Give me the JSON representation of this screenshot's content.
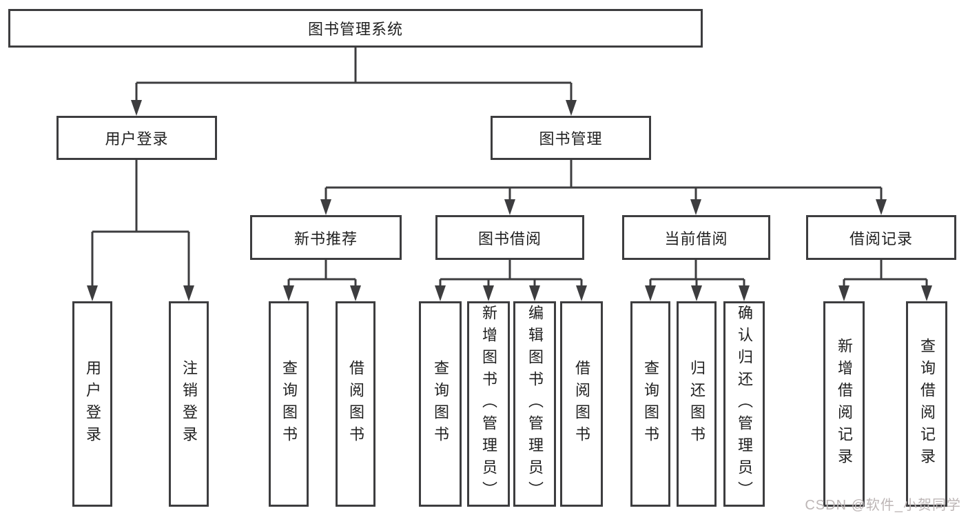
{
  "colors": {
    "background": "#ffffff",
    "line": "#3d3d3f",
    "box_border": "#3d3d3f",
    "text": "#212121",
    "watermark": "#bdb6b6"
  },
  "watermark": {
    "text": "CSDN @软件_小贺同学"
  },
  "tree": {
    "root": "图书管理系统",
    "branches": [
      {
        "label": "用户登录",
        "leaves": [
          "用户登录",
          "注销登录"
        ]
      },
      {
        "label": "图书管理",
        "sub": [
          {
            "label": "新书推荐",
            "leaves": [
              "查询图书",
              "借阅图书"
            ]
          },
          {
            "label": "图书借阅",
            "leaves": [
              "查询图书",
              "新增图书（管理员）",
              "编辑图书（管理员）",
              "借阅图书"
            ]
          },
          {
            "label": "当前借阅",
            "leaves": [
              "查询图书",
              "归还图书",
              "确认归还（管理员）"
            ]
          },
          {
            "label": "借阅记录",
            "leaves": [
              "新增借阅记录",
              "查询借阅记录"
            ]
          }
        ]
      }
    ]
  }
}
